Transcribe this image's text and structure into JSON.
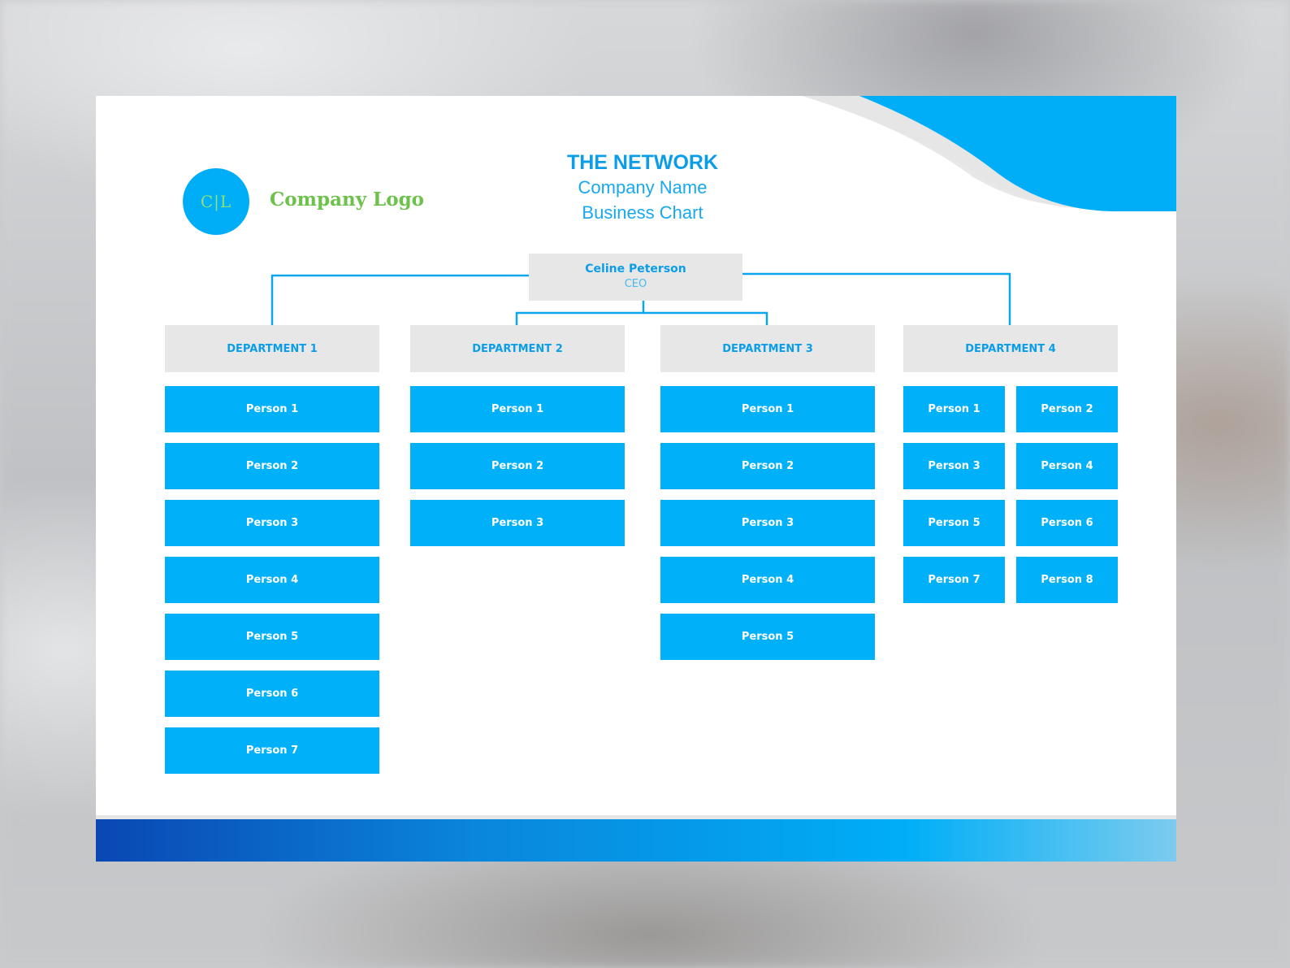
{
  "logo": {
    "initials": "C|L",
    "text": "Company Logo"
  },
  "header": {
    "title": "THE NETWORK",
    "company": "Company Name",
    "subtitle": "Business Chart"
  },
  "ceo": {
    "name": "Celine Peterson",
    "role": "CEO"
  },
  "departments": [
    {
      "name": "DEPARTMENT 1",
      "people": [
        "Person 1",
        "Person 2",
        "Person 3",
        "Person 4",
        "Person 5",
        "Person 6",
        "Person 7"
      ]
    },
    {
      "name": "DEPARTMENT 2",
      "people": [
        "Person 1",
        "Person 2",
        "Person 3"
      ]
    },
    {
      "name": "DEPARTMENT 3",
      "people": [
        "Person 1",
        "Person 2",
        "Person 3",
        "Person 4",
        "Person 5"
      ]
    },
    {
      "name": "DEPARTMENT 4",
      "people": [
        "Person 1",
        "Person 2",
        "Person 3",
        "Person 4",
        "Person 5",
        "Person 6",
        "Person 7",
        "Person 8"
      ]
    }
  ],
  "colors": {
    "accent": "#00b1f9",
    "title": "#0b9de8",
    "box_grey": "#e7e7e7",
    "logo_green": "#6cc24a"
  }
}
